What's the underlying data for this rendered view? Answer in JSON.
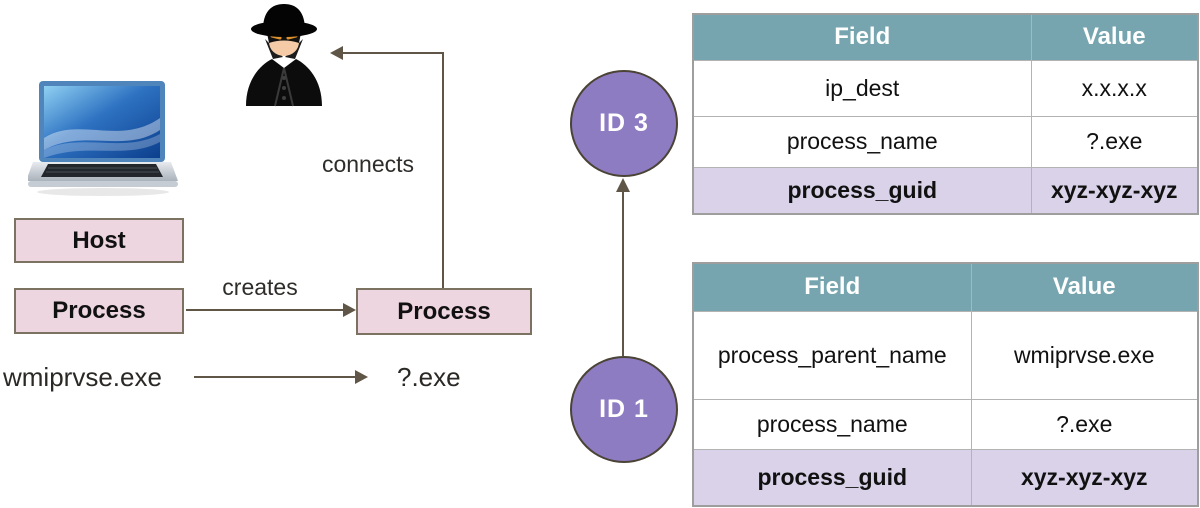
{
  "colors": {
    "table_header_bg": "#76a5af",
    "highlight_row_bg": "#d9d2e9",
    "entity_box_bg": "#eed6e0",
    "id_node_bg": "#8e7cc3",
    "connector": "#5f5647"
  },
  "diagram": {
    "host": {
      "label": "Host"
    },
    "source_process": {
      "label": "Process"
    },
    "target_process": {
      "label": "Process"
    },
    "creates_edge": {
      "label": "creates"
    },
    "connects_edge": {
      "label": "connects"
    },
    "parent_process": {
      "name": "wmiprvse.exe"
    },
    "child_process": {
      "name": "?.exe"
    },
    "icons": {
      "host_machine": "laptop-icon",
      "attacker": "spy-icon"
    }
  },
  "nodes": {
    "id3": {
      "label": "ID 3"
    },
    "id1": {
      "label": "ID 1"
    }
  },
  "tables": {
    "network_event": {
      "headers": {
        "field": "Field",
        "value": "Value"
      },
      "rows": [
        {
          "field": "ip_dest",
          "value": "x.x.x.x"
        },
        {
          "field": "process_name",
          "value": "?.exe"
        },
        {
          "field": "process_guid",
          "value": "xyz-xyz-xyz"
        }
      ]
    },
    "process_event": {
      "headers": {
        "field": "Field",
        "value": "Value"
      },
      "rows": [
        {
          "field": "process_parent_name",
          "value": "wmiprvse.exe"
        },
        {
          "field": "process_name",
          "value": "?.exe"
        },
        {
          "field": "process_guid",
          "value": "xyz-xyz-xyz"
        }
      ]
    }
  }
}
